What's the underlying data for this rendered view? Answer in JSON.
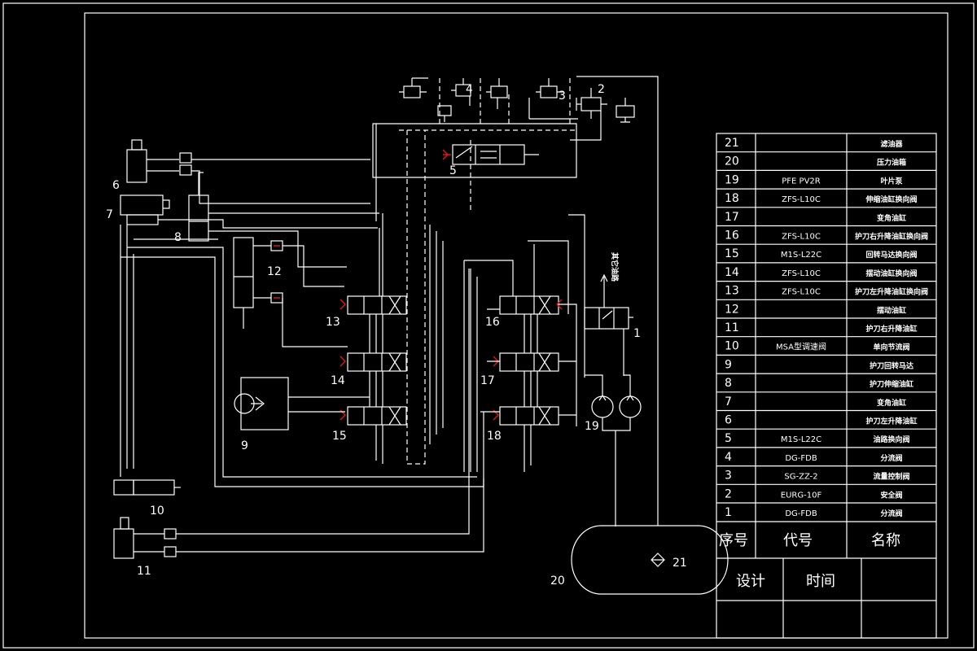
{
  "colors": {
    "background": "#000000",
    "line": "#ffffff",
    "accent": "#e01818"
  },
  "component_labels": {
    "c1": "1",
    "c2": "2",
    "c3": "3",
    "c4": "4",
    "c5": "5",
    "c6": "6",
    "c7": "7",
    "c8": "8",
    "c9": "9",
    "c10": "10",
    "c11": "11",
    "c12": "12",
    "c13": "13",
    "c14": "14",
    "c15": "15",
    "c16": "16",
    "c17": "17",
    "c18": "18",
    "c19": "19",
    "c20": "20",
    "c21": "21"
  },
  "annotation": "其它油路",
  "bom": {
    "rows": [
      {
        "no": "21",
        "code": "",
        "name": "滤油器"
      },
      {
        "no": "20",
        "code": "",
        "name": "压力油箱"
      },
      {
        "no": "19",
        "code": "PFE PV2R",
        "name": "叶片泵"
      },
      {
        "no": "18",
        "code": "ZFS-L10C",
        "name": "伸缩油缸换向阀"
      },
      {
        "no": "17",
        "code": "",
        "name": "变角油缸"
      },
      {
        "no": "16",
        "code": "ZFS-L10C",
        "name": "护刀右升降油缸换向阀"
      },
      {
        "no": "15",
        "code": "M1S-L22C",
        "name": "回转马达换向阀"
      },
      {
        "no": "14",
        "code": "ZFS-L10C",
        "name": "摆动油缸换向阀"
      },
      {
        "no": "13",
        "code": "ZFS-L10C",
        "name": "护刀左升降油缸换向阀"
      },
      {
        "no": "12",
        "code": "",
        "name": "摆动油缸"
      },
      {
        "no": "11",
        "code": "",
        "name": "护刀右升降油缸"
      },
      {
        "no": "10",
        "code": "MSA型调速阀",
        "name": "单向节流阀"
      },
      {
        "no": "9",
        "code": "",
        "name": "护刀回转马达"
      },
      {
        "no": "8",
        "code": "",
        "name": "护刀伸缩油缸"
      },
      {
        "no": "7",
        "code": "",
        "name": "变角油缸"
      },
      {
        "no": "6",
        "code": "",
        "name": "护刀左升降油缸"
      },
      {
        "no": "5",
        "code": "M1S-L22C",
        "name": "油路换向阀"
      },
      {
        "no": "4",
        "code": "DG-FDB",
        "name": "分流阀"
      },
      {
        "no": "3",
        "code": "SG-ZZ-2",
        "name": "流量控制阀"
      },
      {
        "no": "2",
        "code": "EURG-10F",
        "name": "安全阀"
      },
      {
        "no": "1",
        "code": "DG-FDB",
        "name": "分流阀"
      }
    ],
    "header": {
      "no": "序号",
      "code": "代号",
      "name": "名称"
    },
    "footer": {
      "design": "设计",
      "time": "时间"
    }
  }
}
